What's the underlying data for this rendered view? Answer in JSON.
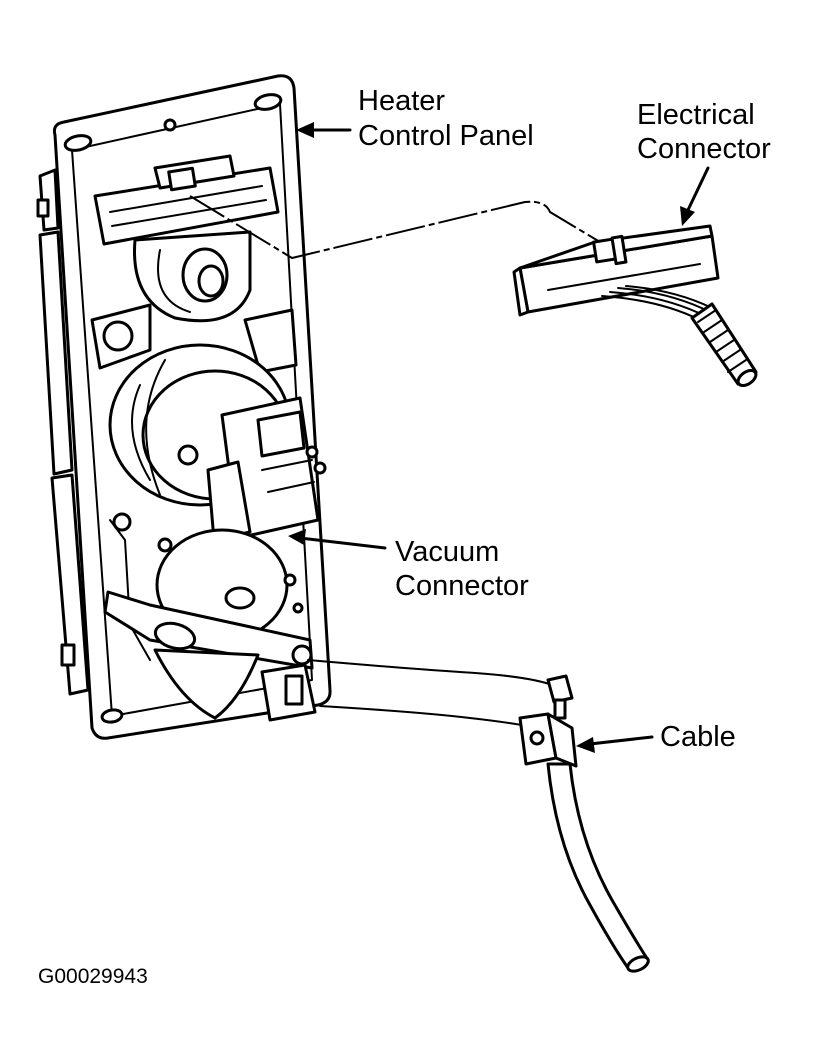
{
  "labels": {
    "heater_control_panel": [
      "Heater",
      "Control Panel"
    ],
    "electrical_connector": [
      "Electrical",
      "Connector"
    ],
    "vacuum_connector": [
      "Vacuum",
      "Connector"
    ],
    "cable": "Cable"
  },
  "figure_code": "G00029943"
}
